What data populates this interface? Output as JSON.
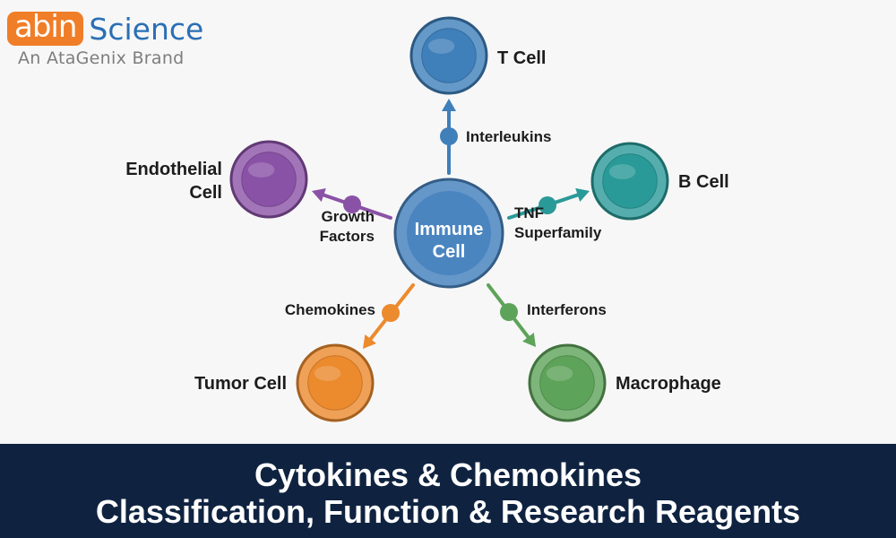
{
  "logo": {
    "abin": "abin",
    "science": "Science",
    "brand": "An AtaGenix Brand",
    "abin_color": "#f07d28",
    "science_color": "#2a6fb5"
  },
  "diagram": {
    "center": {
      "line1": "Immune",
      "line2": "Cell",
      "color": "#4a85c0"
    },
    "targets": [
      {
        "id": "t-cell",
        "label_lines": [
          "T Cell"
        ],
        "mediator_lines": [
          "Interleukins"
        ],
        "color": "#3f7fba"
      },
      {
        "id": "b-cell",
        "label_lines": [
          "B Cell"
        ],
        "mediator_lines": [
          "TNF",
          "Superfamily"
        ],
        "color": "#2a9a98"
      },
      {
        "id": "endothelial-cell",
        "label_lines": [
          "Endothelial",
          "Cell"
        ],
        "mediator_lines": [
          "Growth",
          "Factors"
        ],
        "color": "#8a52a6"
      },
      {
        "id": "tumor-cell",
        "label_lines": [
          "Tumor Cell"
        ],
        "mediator_lines": [
          "Chemokines"
        ],
        "color": "#ec8a2e"
      },
      {
        "id": "macrophage",
        "label_lines": [
          "Macrophage"
        ],
        "mediator_lines": [
          "Interferons"
        ],
        "color": "#5ea35a"
      }
    ]
  },
  "banner": {
    "line1": "Cytokines & Chemokines",
    "line2": "Classification, Function & Research Reagents",
    "background": "#0f2341"
  }
}
